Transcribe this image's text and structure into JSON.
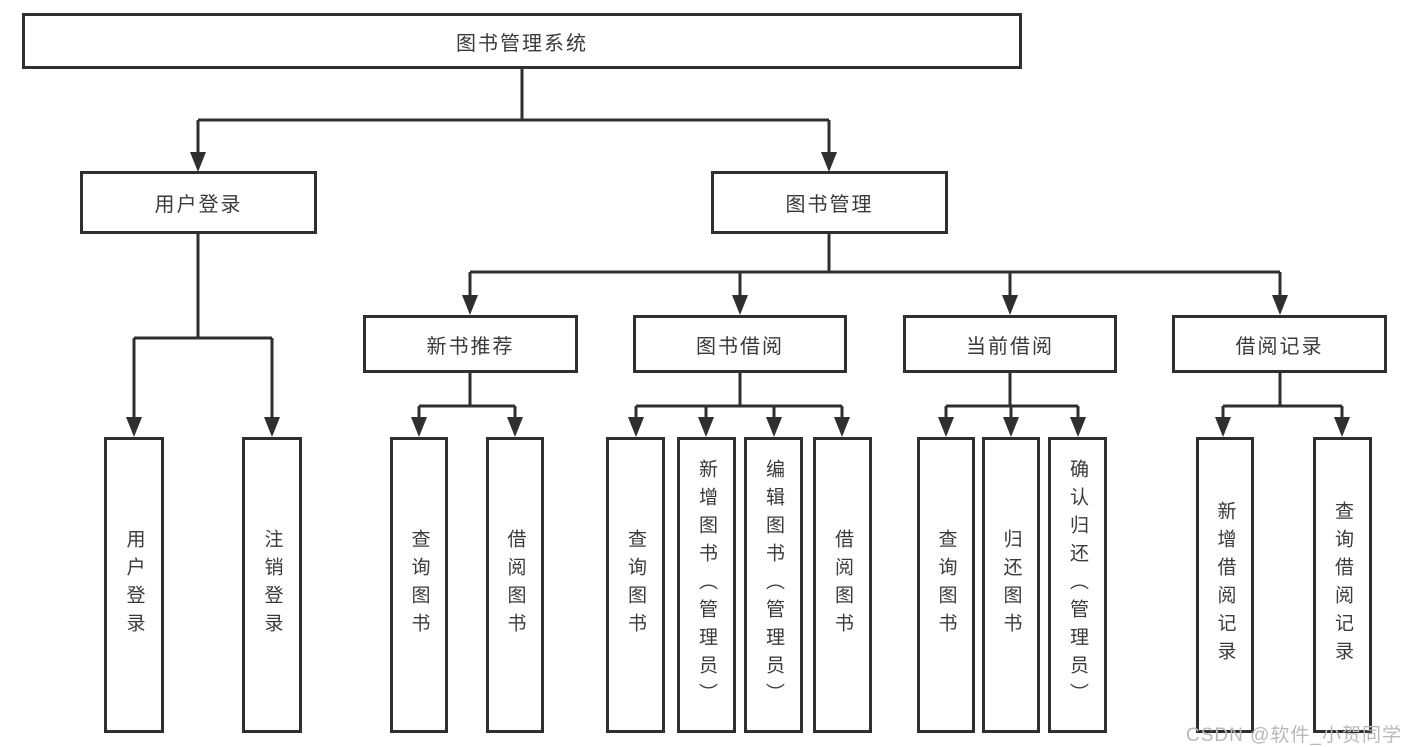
{
  "diagram_type": "hierarchy-tree",
  "colors": {
    "line": "#2f2f2f",
    "box_border": "#2f2f2f",
    "text": "#3a3a3a",
    "watermark": "#b9b9b9",
    "background": "#ffffff"
  },
  "tree": {
    "label": "图书管理系统",
    "children": [
      {
        "label": "用户登录",
        "children": [
          {
            "label": "用户登录"
          },
          {
            "label": "注销登录"
          }
        ]
      },
      {
        "label": "图书管理",
        "children": [
          {
            "label": "新书推荐",
            "children": [
              {
                "label": "查询图书"
              },
              {
                "label": "借阅图书"
              }
            ]
          },
          {
            "label": "图书借阅",
            "children": [
              {
                "label": "查询图书"
              },
              {
                "label": "新增图书（管理员）"
              },
              {
                "label": "编辑图书（管理员）"
              },
              {
                "label": "借阅图书"
              }
            ]
          },
          {
            "label": "当前借阅",
            "children": [
              {
                "label": "查询图书"
              },
              {
                "label": "归还图书"
              },
              {
                "label": "确认归还（管理员）"
              }
            ]
          },
          {
            "label": "借阅记录",
            "children": [
              {
                "label": "新增借阅记录"
              },
              {
                "label": "查询借阅记录"
              }
            ]
          }
        ]
      }
    ]
  },
  "watermark": {
    "text": "CSDN @软件_小贺同学"
  }
}
